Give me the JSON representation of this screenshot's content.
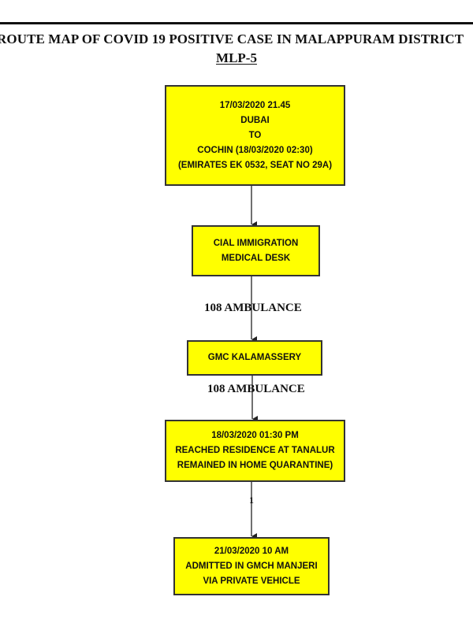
{
  "header": {
    "title": "ROUTE MAP OF COVID 19 POSITIVE CASE IN MALAPPURAM DISTRICT",
    "subtitle": "MLP-5"
  },
  "nodes": [
    {
      "id": "box1",
      "lines": [
        "17/03/2020 21.45",
        "DUBAI",
        "TO",
        "COCHIN (18/03/2020 02:30)",
        "(EMIRATES EK 0532, SEAT NO 29A)"
      ]
    },
    {
      "id": "box2",
      "lines": [
        "CIAL IMMIGRATION",
        "MEDICAL DESK"
      ]
    },
    {
      "id": "box3",
      "lines": [
        "GMC KALAMASSERY"
      ]
    },
    {
      "id": "box4",
      "lines": [
        "18/03/2020 01:30 PM",
        "REACHED RESIDENCE AT TANALUR",
        "REMAINED IN HOME QUARANTINE)"
      ]
    },
    {
      "id": "box5",
      "lines": [
        "21/03/2020 10 AM",
        "ADMITTED IN GMCH MANJERI",
        "VIA PRIVATE VEHICLE"
      ]
    }
  ],
  "edges": [
    {
      "from": "box1",
      "to": "box2",
      "label": ""
    },
    {
      "from": "box2",
      "to": "box3",
      "label": "108 AMBULANCE"
    },
    {
      "from": "box3",
      "to": "box4",
      "label": "108 AMBULANCE"
    },
    {
      "from": "box4",
      "to": "box5",
      "label": "1"
    }
  ],
  "colors": {
    "node_fill": "#ffff00",
    "node_border": "#333333",
    "text": "#111111",
    "arrow": "#222222"
  }
}
